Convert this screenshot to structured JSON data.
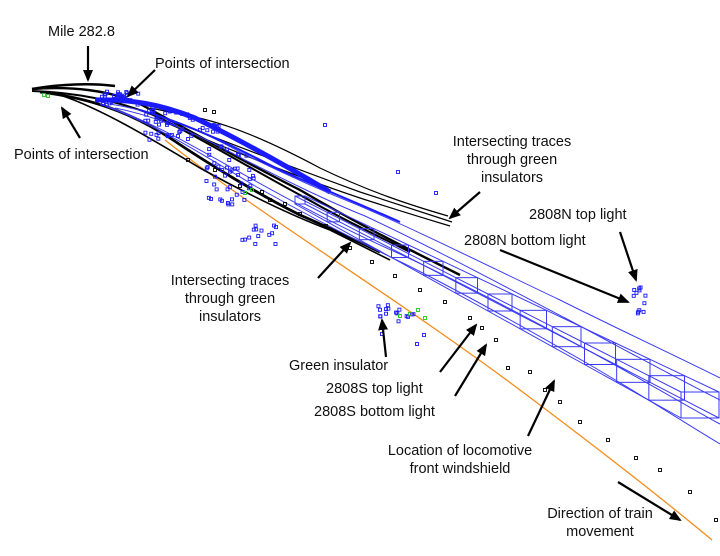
{
  "labels": {
    "mile": "Mile 282.8",
    "poi_top": "Points of intersection",
    "poi_left": "Points of intersection",
    "traces_upper": [
      "Intersecting traces",
      "through green",
      "insulators"
    ],
    "n_top": "2808N top light",
    "n_bottom": "2808N bottom light",
    "traces_lower": [
      "Intersecting traces",
      "through green",
      "insulators"
    ],
    "green_insulator": "Green insulator",
    "s_top": "2808S top light",
    "s_bottom": "2808S bottom light",
    "windshield": [
      "Location of locomotive",
      "front windshield"
    ],
    "direction": [
      "Direction of train",
      "movement"
    ]
  },
  "colors": {
    "trace_blue": "#1a1aff",
    "box_blue": "#3a3af5",
    "orange_line": "#f28c1c",
    "green": "#22c522",
    "black": "#000000"
  }
}
